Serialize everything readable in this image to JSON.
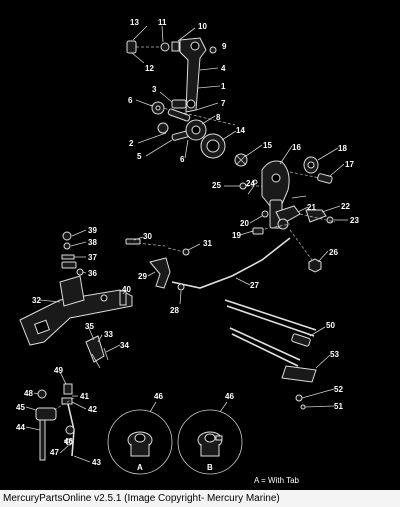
{
  "diagram": {
    "callouts": [
      "1",
      "2",
      "3",
      "4",
      "5",
      "6",
      "7",
      "8",
      "9",
      "10",
      "11",
      "12",
      "13",
      "14",
      "15",
      "16",
      "17",
      "18",
      "19",
      "20",
      "21",
      "22",
      "23",
      "24",
      "25",
      "26",
      "27",
      "28",
      "29",
      "30",
      "31",
      "32",
      "33",
      "34",
      "35",
      "36",
      "37",
      "38",
      "39",
      "40",
      "41",
      "42",
      "43",
      "44",
      "45",
      "46",
      "46",
      "47",
      "48",
      "49",
      "50",
      "51",
      "52",
      "53"
    ],
    "detail_labels": [
      "A",
      "B"
    ],
    "note": "A = With Tab"
  },
  "footer": {
    "text": "MercuryPartsOnline v2.5.1 (Image Copyright- Mercury Marine)"
  },
  "colors": {
    "background": "#000000",
    "linework": "#dcdcdc",
    "footer_bg": "#f4f4f4"
  }
}
